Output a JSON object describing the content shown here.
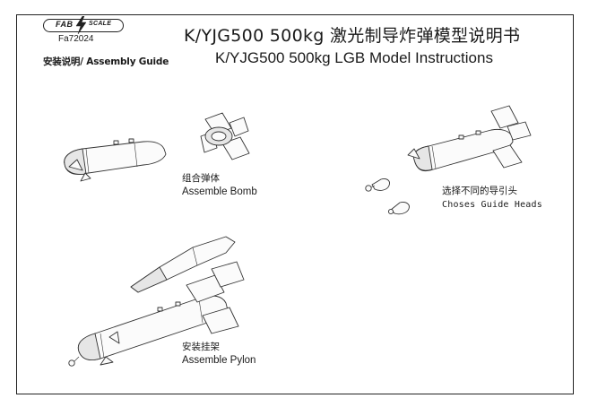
{
  "header": {
    "logo_left": "FAB",
    "logo_right": "SCALE",
    "product_code": "Fa72024",
    "guide_label": "安装说明/ Assembly Guide",
    "title_cn": "K/YJG500  500kg  激光制导炸弹模型说明书",
    "title_en": "K/YJG500 500kg LGB Model Instructions"
  },
  "steps": [
    {
      "label_cn": "组合弹体",
      "label_en": "Assemble Bomb"
    },
    {
      "label_cn": "选择不同的导引头",
      "label_en": "Choses Guide Heads"
    },
    {
      "label_cn": "安装挂架",
      "label_en": "Assemble Pylon"
    }
  ]
}
